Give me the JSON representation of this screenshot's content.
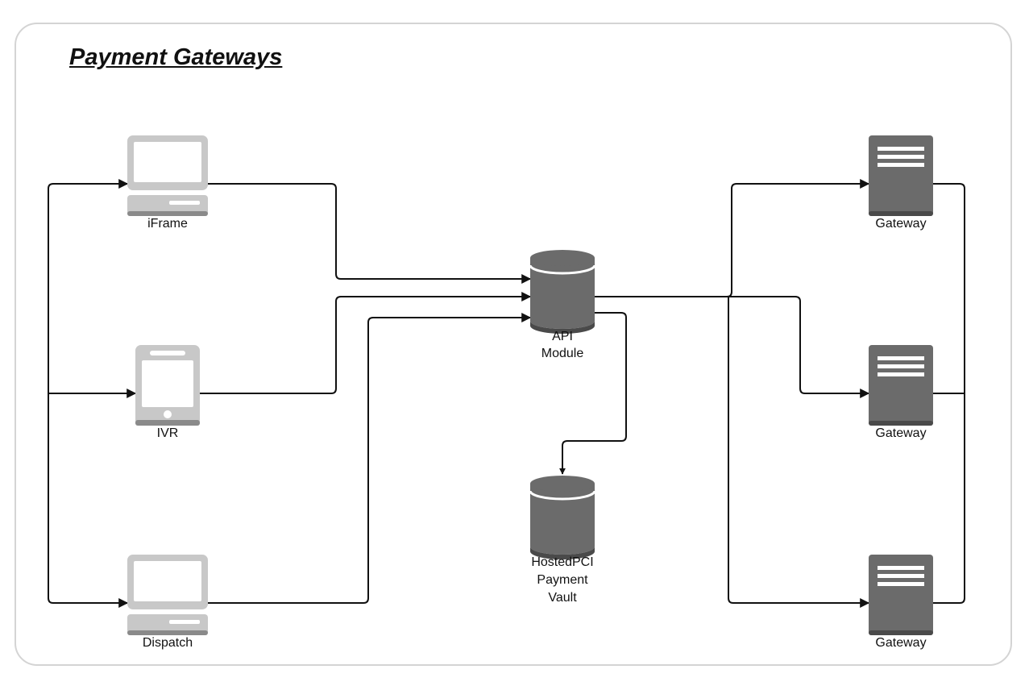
{
  "title": "Payment Gateways",
  "colors": {
    "client_device": "#c8c8c8",
    "server_dark": "#6b6b6b",
    "line": "#111111",
    "frame_border": "#d4d4d4"
  },
  "nodes": {
    "iframe": {
      "label": "iFrame",
      "icon": "desktop-computer-icon"
    },
    "ivr": {
      "label": "IVR",
      "icon": "mobile-device-icon"
    },
    "dispatch": {
      "label": "Dispatch",
      "icon": "desktop-computer-icon"
    },
    "api_module": {
      "label_lines": [
        "API",
        "Module"
      ],
      "icon": "database-icon"
    },
    "vault": {
      "label_lines": [
        "HostedPCI",
        "Payment",
        "Vault"
      ],
      "icon": "database-icon"
    },
    "gateways": [
      {
        "label": "Gateway",
        "icon": "server-icon"
      },
      {
        "label": "Gateway",
        "icon": "server-icon"
      },
      {
        "label": "Gateway",
        "icon": "server-icon"
      }
    ]
  },
  "connections": [
    {
      "from": "iframe",
      "to": "api_module"
    },
    {
      "from": "ivr",
      "to": "api_module"
    },
    {
      "from": "dispatch",
      "to": "api_module"
    },
    {
      "from": "api_module",
      "to": "vault"
    },
    {
      "from": "api_module",
      "to": "gateway-1"
    },
    {
      "from": "api_module",
      "to": "gateway-2"
    },
    {
      "from": "api_module",
      "to": "gateway-3"
    }
  ]
}
